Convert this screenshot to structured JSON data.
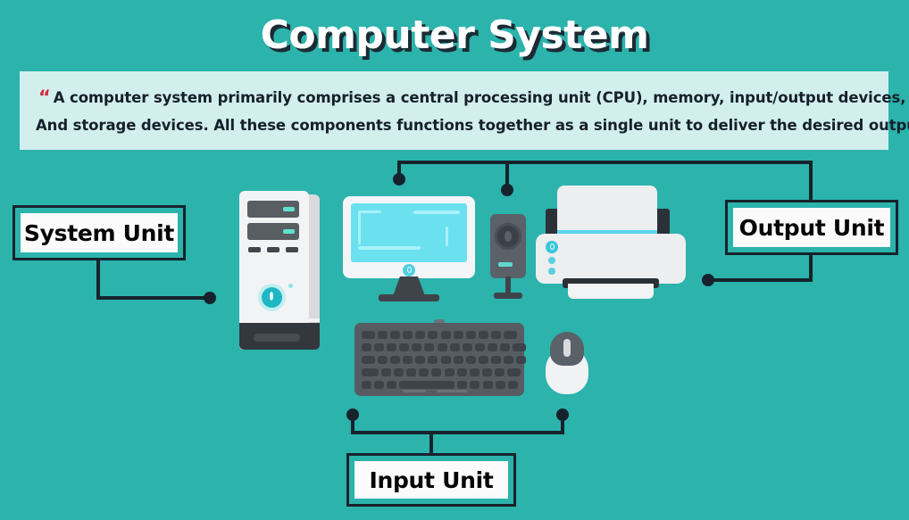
{
  "title": "Computer System",
  "quote": {
    "open_mark": "“",
    "close_mark": "”",
    "line1": "A computer system primarily comprises a central processing unit (CPU), memory, input/output devices,",
    "line2": "And storage devices. All these components functions together as a single unit to deliver the desired output."
  },
  "labels": {
    "system_unit": "System Unit",
    "output_unit": "Output Unit",
    "input_unit": "Input Unit"
  },
  "devices": {
    "tower": "computer-tower",
    "monitor": "computer-monitor",
    "speaker": "computer-speaker",
    "printer": "printer",
    "keyboard": "keyboard",
    "mouse": "mouse"
  },
  "colors": {
    "background": "#2bb3ac",
    "banner": "#d2efee",
    "ink": "#16232c",
    "quote_mark": "#d32b3a",
    "title_text": "#ffffff",
    "title_shadow": "#1c2b33",
    "accent_cyan": "#5cd6ef",
    "device_light": "#f2f3f5",
    "device_dark": "#575c62"
  }
}
